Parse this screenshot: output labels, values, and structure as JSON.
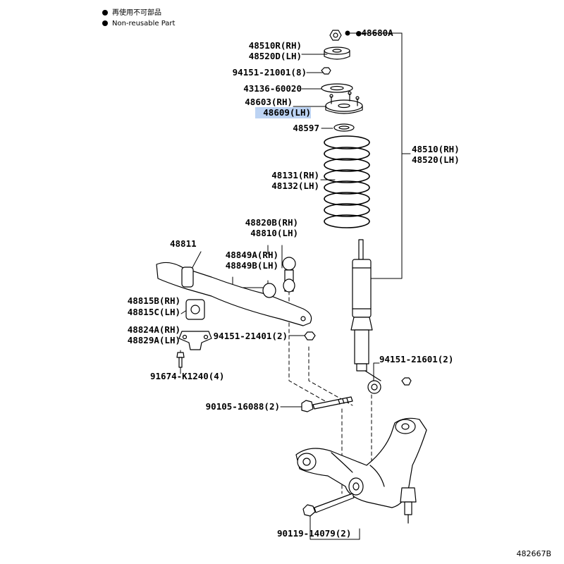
{
  "legend": {
    "item1": "再使用不可部品",
    "item2": "Non-reusable Part"
  },
  "parts": {
    "p48680A": "●48680A",
    "p48510R": "48510R(RH)",
    "p48520D": "48520D(LH)",
    "p94151_21001": "94151-21001(8)",
    "p43136": "43136-60020",
    "p48603": "48603(RH)",
    "p48609": "48609(LH)",
    "p48597": "48597",
    "p48510": "48510(RH)",
    "p48520": "48520(LH)",
    "p48131": "48131(RH)",
    "p48132": "48132(LH)",
    "p48820B": "48820B(RH)",
    "p48810": "48810(LH)",
    "p48811": "48811",
    "p48849A": "48849A(RH)",
    "p48849B": "48849B(LH)",
    "p48815B": "48815B(RH)",
    "p48815C": "48815C(LH)",
    "p48824A": "48824A(RH)",
    "p48829A": "48829A(LH)",
    "p94151_21401": "94151-21401(2)",
    "p94151_21601": "94151-21601(2)",
    "p91674": "91674-K1240(4)",
    "p90105": "90105-16088(2)",
    "p90119": "90119-14079(2)"
  },
  "diagram_id": "482667B",
  "colors": {
    "highlight": "#bcd3f3",
    "ink": "#000000"
  }
}
